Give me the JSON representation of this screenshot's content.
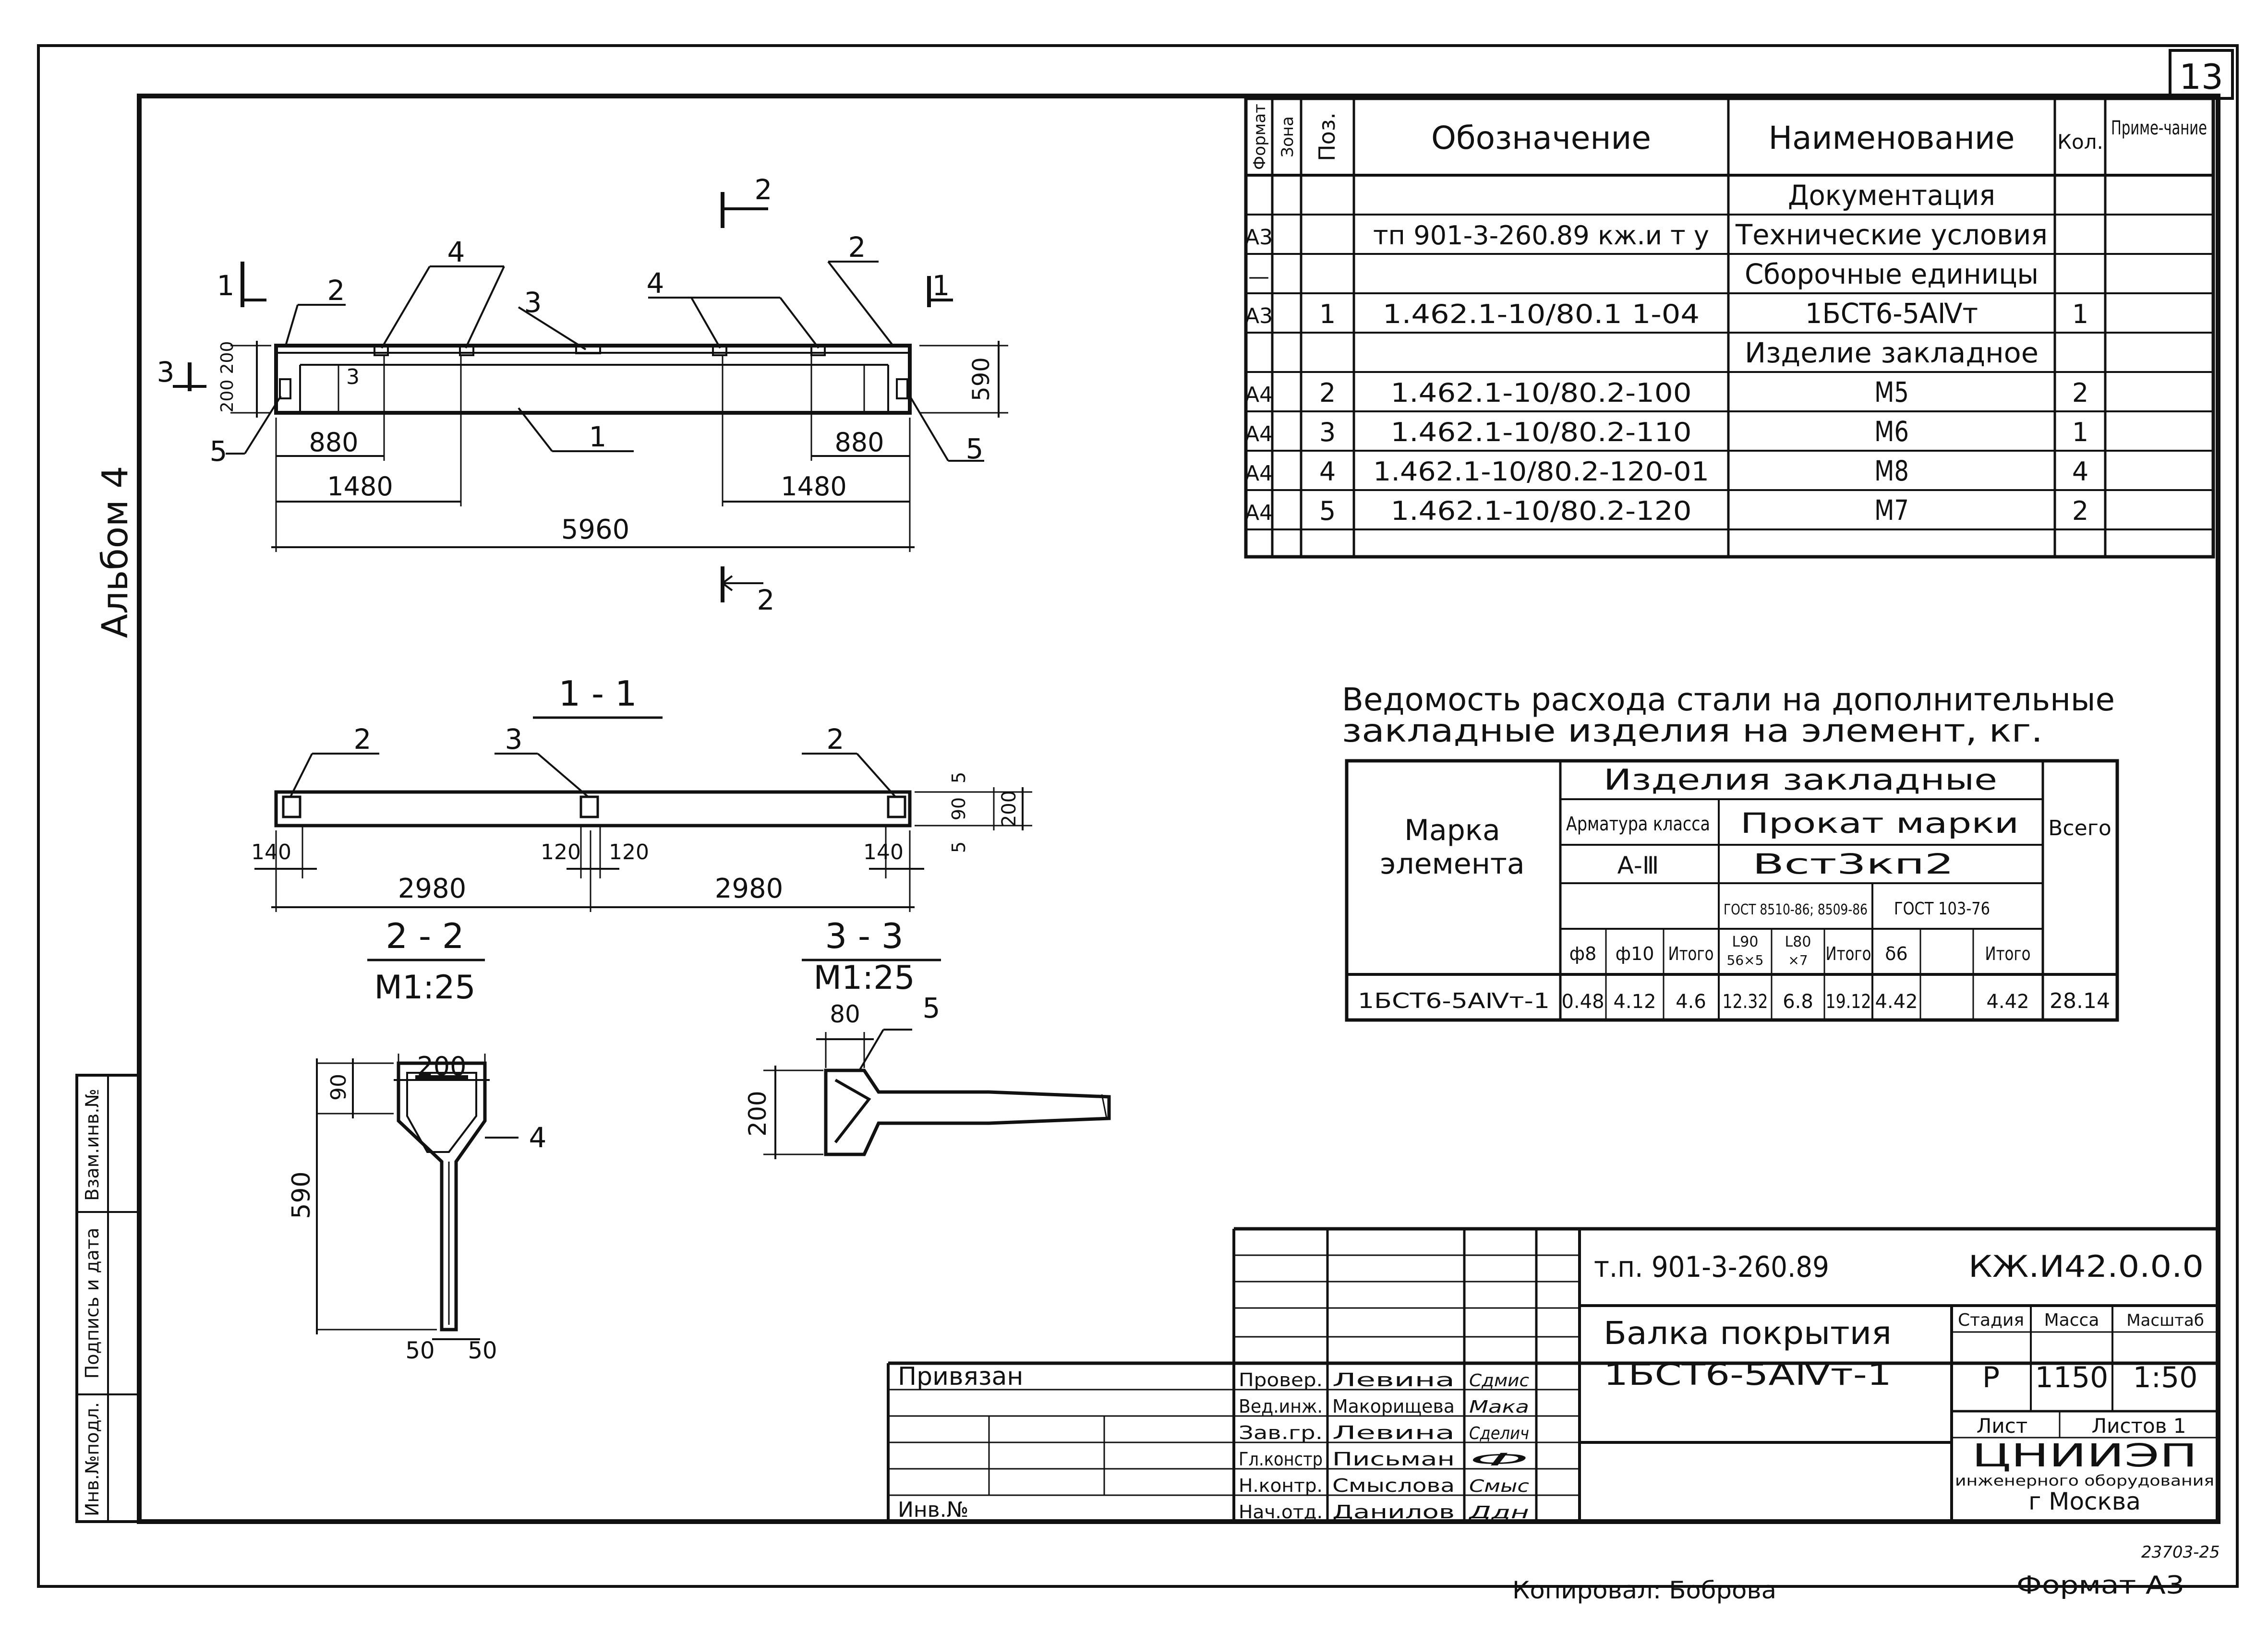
{
  "sheet_number": "13",
  "album_label": "Альбом 4",
  "side_stamp": [
    "Инв.№подл.",
    "Подпись и дата",
    "Взам.инв.№"
  ],
  "spec_table": {
    "headers": [
      "Формат",
      "Зона",
      "Поз.",
      "Обозначение",
      "Наименование",
      "Кол.",
      "Приме-чание"
    ],
    "rows": [
      {
        "format": "",
        "pos": "",
        "designation": "",
        "name": "Документация",
        "qty": ""
      },
      {
        "format": "А3",
        "pos": "",
        "designation": "тп 901-3-260.89 кж.и т у",
        "name": "Технические условия",
        "qty": ""
      },
      {
        "format": "—",
        "pos": "",
        "designation": "",
        "name": "Сборочные единицы",
        "qty": ""
      },
      {
        "format": "А3",
        "pos": "1",
        "designation": "1.462.1-10/80.1 1-04",
        "name": "1БСТ6-5АⅣт",
        "qty": "1"
      },
      {
        "format": "",
        "pos": "",
        "designation": "",
        "name": "Изделие закладное",
        "qty": ""
      },
      {
        "format": "А4",
        "pos": "2",
        "designation": "1.462.1-10/80.2-100",
        "name": "М5",
        "qty": "2"
      },
      {
        "format": "А4",
        "pos": "3",
        "designation": "1.462.1-10/80.2-110",
        "name": "М6",
        "qty": "1"
      },
      {
        "format": "А4",
        "pos": "4",
        "designation": "1.462.1-10/80.2-120-01",
        "name": "М8",
        "qty": "4"
      },
      {
        "format": "А4",
        "pos": "5",
        "designation": "1.462.1-10/80.2-120",
        "name": "М7",
        "qty": "2"
      }
    ]
  },
  "steel_table": {
    "title_line1": "Ведомость расхода стали на дополнительные",
    "title_line2": "закладные изделия на элемент, кг.",
    "mark_header": "Марка элемента",
    "group_header": "Изделия закладные",
    "armature_header": "Арматура класса",
    "armature_class": "А-Ⅲ",
    "rolled_header": "Прокат марки",
    "rolled_grade": "Вст3кп2",
    "gost1": "ГОСТ 8510-86; 8509-86",
    "gost2": "ГОСТ 103-76",
    "total_header": "Всего",
    "subcols": [
      "ф8",
      "ф10",
      "Итого",
      "L90 56×5",
      "L80 ×7",
      "Итого",
      "δ6",
      "",
      "Итого"
    ],
    "row": {
      "mark": "1БСТ6-5АⅣт-1",
      "values": [
        "0.48",
        "4.12",
        "4.6",
        "12.32",
        "6.8",
        "19.12",
        "4.42",
        "",
        "4.42"
      ],
      "total": "28.14"
    }
  },
  "drawing": {
    "main_view": {
      "dims": [
        "880",
        "880",
        "1480",
        "1480",
        "5960",
        "590",
        "200",
        "200"
      ],
      "cut_marks": [
        "1",
        "1",
        "2",
        "2",
        "3"
      ],
      "callouts": [
        "2",
        "4",
        "3",
        "4",
        "2",
        "1",
        "5",
        "5",
        "3"
      ]
    },
    "section_11": {
      "title": "1 - 1",
      "dims": [
        "140",
        "120",
        "120",
        "140",
        "2980",
        "2980",
        "90",
        "5",
        "5",
        "200"
      ],
      "callouts": [
        "2",
        "3",
        "2"
      ]
    },
    "section_22": {
      "title": "2 - 2",
      "scale": "М1:25",
      "dims": [
        "200",
        "90",
        "590",
        "50",
        "50"
      ],
      "callouts": [
        "4"
      ]
    },
    "section_33": {
      "title": "3 - 3",
      "scale": "М1:25",
      "dims": [
        "80",
        "200"
      ],
      "callouts": [
        "5"
      ]
    }
  },
  "title_block": {
    "doc_code": "т.п. 901-3-260.89",
    "sheet_code": "КЖ.И42.0.0.0",
    "title_line1": "Балка покрытия",
    "title_line2": "1БСТ6-5АⅣт-1",
    "stage_header": "Стадия",
    "mass_header": "Масса",
    "scale_header": "Масштаб",
    "stage": "Р",
    "mass": "1150",
    "scale": "1:50",
    "sheet_label": "Лист",
    "sheets_label": "Листов 1",
    "org_line1": "ЦНИИЭП",
    "org_line2": "инженерного оборудования",
    "org_line3": "г Москва",
    "bound_label": "Привязан",
    "inv_label": "Инв.№",
    "roles": [
      {
        "role": "Провер.",
        "name": "Левина",
        "sign": "Сдмис"
      },
      {
        "role": "Вед.инж.",
        "name": "Макорищева",
        "sign": "Мака"
      },
      {
        "role": "Зав.гр.",
        "name": "Левина",
        "sign": "Сделич"
      },
      {
        "role": "Гл.констр",
        "name": "Письман",
        "sign": "Ф"
      },
      {
        "role": "Н.контр.",
        "name": "Смыслова",
        "sign": "Смыс"
      },
      {
        "role": "Нач.отд.",
        "name": "Данилов",
        "sign": "Ддн"
      }
    ]
  },
  "footer": {
    "copied": "Копировал: Боброва",
    "format": "Формат А3",
    "stamp_number": "23703-25"
  }
}
